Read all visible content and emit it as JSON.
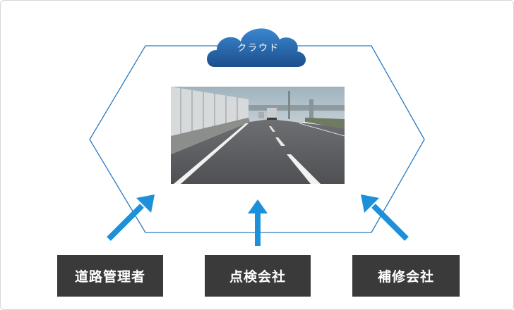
{
  "cloud": {
    "label": "クラウド",
    "gradient_top": "#3a86d0",
    "gradient_bottom": "#1d4f8c"
  },
  "network": {
    "line_color": "#2b7bc0"
  },
  "arrows": {
    "color": "#1c90d8"
  },
  "stakeholders": [
    {
      "label": "道路管理者"
    },
    {
      "label": "点検会社"
    },
    {
      "label": "補修会社"
    }
  ],
  "photo": {
    "subject": "highway-road-photo"
  }
}
